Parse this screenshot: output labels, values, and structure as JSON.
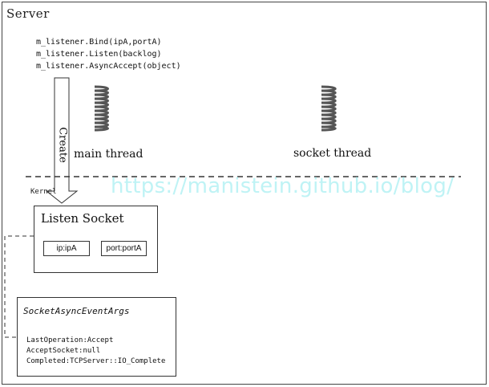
{
  "server": {
    "title": "Server"
  },
  "code_lines": [
    "m_listener.Bind(ipA,portA)",
    "m_listener.Listen(backlog)",
    "m_listener.AsyncAccept(object)"
  ],
  "arrow": {
    "label": "Create"
  },
  "threads": {
    "main": "main thread",
    "socket": "socket thread"
  },
  "kernel_label": "Kernel",
  "watermark": "https://manistein.github.io/blog/",
  "listen_socket": {
    "title": "Listen Socket",
    "ip_field": "ip:ipA",
    "port_field": "port:portA"
  },
  "event_args": {
    "title": "SocketAsyncEventArgs",
    "lines": [
      "LastOperation:Accept",
      "AcceptSocket:null",
      "Completed:TCPServer::IO_Complete"
    ]
  },
  "colors": {
    "border": "#333333",
    "spring": "#555555",
    "watermark": "#bff3f5"
  }
}
